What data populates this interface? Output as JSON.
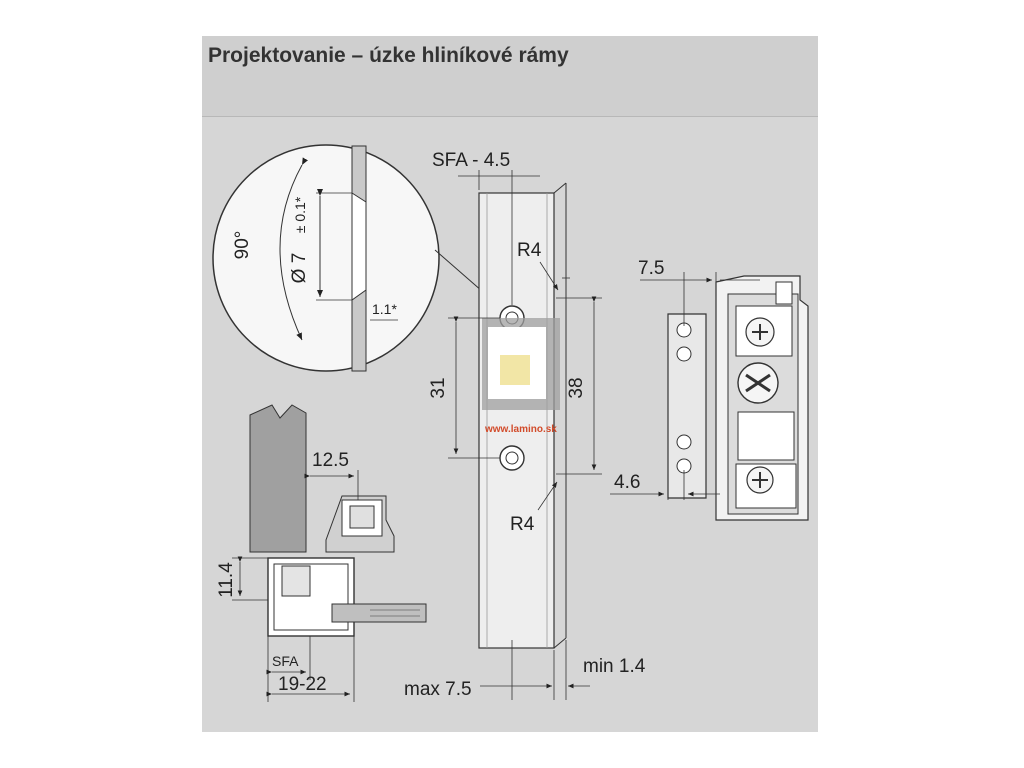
{
  "header": {
    "title": "Projektovanie – úzke hliníkové rámy"
  },
  "dimensions": {
    "sfa_minus": "SFA - 4.5",
    "r4_top": "R4",
    "r4_bottom": "R4",
    "d31": "31",
    "d38": "38",
    "d7_5_right": "7.5",
    "d4_6": "4.6",
    "d12_5": "12.5",
    "d11_4": "11.4",
    "sfa": "SFA",
    "d19_22": "19-22",
    "max7_5": "max 7.5",
    "min1_4": "min 1.4",
    "angle90": "90°",
    "diameter7": "Ø 7",
    "tolerance": "± 0.1*",
    "d1_1": "1.1*"
  },
  "watermark": {
    "text": "www.lamino.sk",
    "logo_color": "#f2e6a6"
  },
  "colors": {
    "panel": "#d6d6d6",
    "header": "#cfcfcf",
    "profile": "#eeeeee"
  }
}
